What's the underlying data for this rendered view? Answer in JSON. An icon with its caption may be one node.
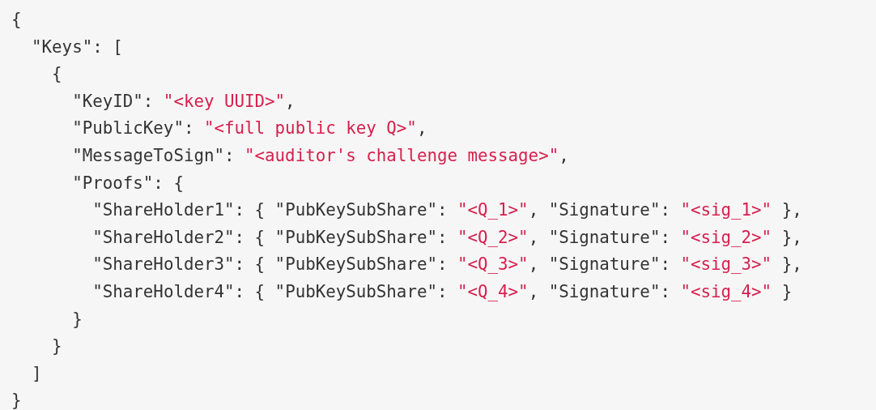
{
  "diagram": {
    "labels": [
      "{",
      "\"Keys\": [",
      "{",
      "\"KeyID\": \"<key UUID>\",",
      "\"PublicKey\": \"<full public key Q>\",",
      "\"MessageToSign\": \"<auditor's challenge message>\",",
      "\"Proofs\": {",
      "\"ShareHolder1\": { \"PubKeySubShare\": \"<Q_1>\", \"Signature\": \"<sig_1>\" },",
      "\"ShareHolder2\": { \"PubKeySubShare\": \"<Q_2>\", \"Signature\": \"<sig_2>\" },",
      "\"ShareHolder3\": { \"PubKeySubShare\": \"<Q_3>\", \"Signature\": \"<sig_3>\" },",
      "\"ShareHolder4\": { \"PubKeySubShare\": \"<Q_4>\", \"Signature\": \"<sig_4>\" }",
      "}",
      "}",
      "]",
      "}"
    ]
  }
}
